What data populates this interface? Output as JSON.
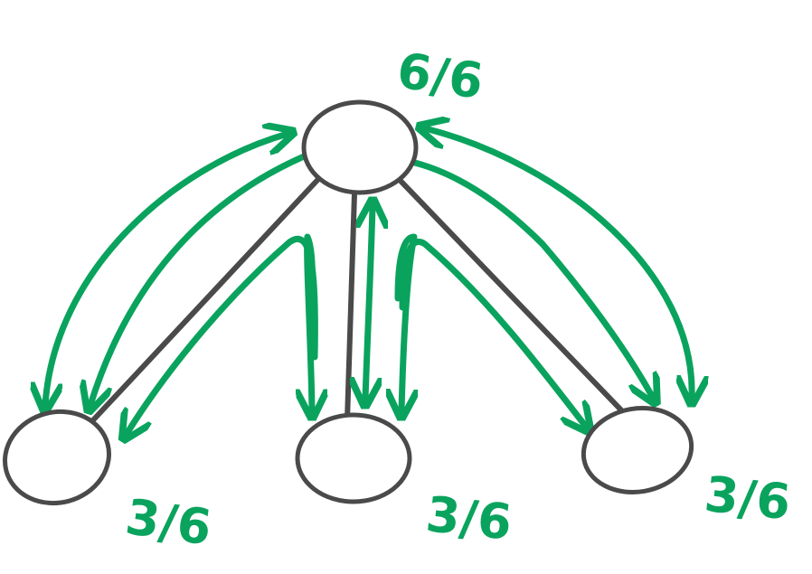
{
  "diagram": {
    "colors": {
      "node_stroke": "#4a4a4a",
      "flow_arrows": "#0aa35e",
      "labels": "#0aa35e",
      "background": "#ffffff"
    },
    "nodes": [
      {
        "id": "top",
        "label": "6/6"
      },
      {
        "id": "bottom-left",
        "label": "3/6"
      },
      {
        "id": "bottom-middle",
        "label": "3/6"
      },
      {
        "id": "bottom-right",
        "label": "3/6"
      }
    ],
    "edges": [
      {
        "from": "top",
        "to": "bottom-left"
      },
      {
        "from": "top",
        "to": "bottom-middle"
      },
      {
        "from": "top",
        "to": "bottom-right"
      }
    ],
    "flows": [
      {
        "from": "top",
        "to": "bottom-left",
        "bidirectional": true
      },
      {
        "from": "top",
        "to": "bottom-left",
        "bidirectional": false
      },
      {
        "from": "top",
        "to": "bottom-middle",
        "bidirectional": false
      },
      {
        "from": "top",
        "to": "bottom-middle",
        "bidirectional": true
      },
      {
        "from": "top",
        "to": "bottom-right",
        "bidirectional": false
      },
      {
        "from": "top",
        "to": "bottom-right",
        "bidirectional": true
      }
    ]
  }
}
